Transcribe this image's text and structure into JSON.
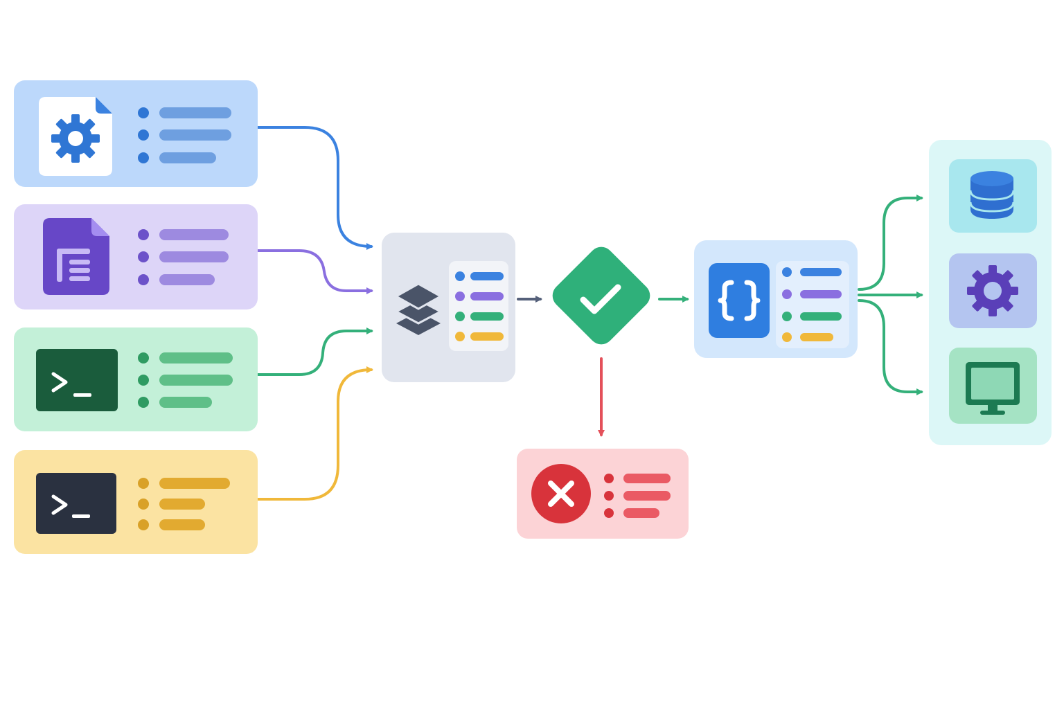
{
  "colors": {
    "blue": "#3b82e0",
    "purple": "#8a6fe0",
    "green": "#34b07a",
    "yellow": "#f0b83a",
    "red": "#e4505a",
    "slate": "#55607a",
    "teal_panel": "#dcf7f7"
  },
  "sources": [
    {
      "name": "config-file-source",
      "icon": "config-file-icon",
      "color": "blue"
    },
    {
      "name": "form-document-source",
      "icon": "form-document-icon",
      "color": "purple"
    },
    {
      "name": "terminal-green-source",
      "icon": "terminal-icon",
      "color": "green"
    },
    {
      "name": "terminal-dark-source",
      "icon": "terminal-icon",
      "color": "yellow"
    }
  ],
  "merge_node": {
    "icon": "layers-icon",
    "list_colors": [
      "blue",
      "purple",
      "green",
      "yellow"
    ]
  },
  "validate_node": {
    "icon": "checkmark-icon",
    "color": "green"
  },
  "error_node": {
    "icon": "error-x-icon",
    "color": "red"
  },
  "output_node": {
    "icon": "code-braces-icon",
    "list_colors": [
      "blue",
      "purple",
      "green",
      "yellow"
    ]
  },
  "destinations": [
    {
      "name": "database-destination",
      "icon": "database-icon"
    },
    {
      "name": "settings-destination",
      "icon": "gear-icon"
    },
    {
      "name": "monitor-destination",
      "icon": "monitor-icon"
    }
  ]
}
